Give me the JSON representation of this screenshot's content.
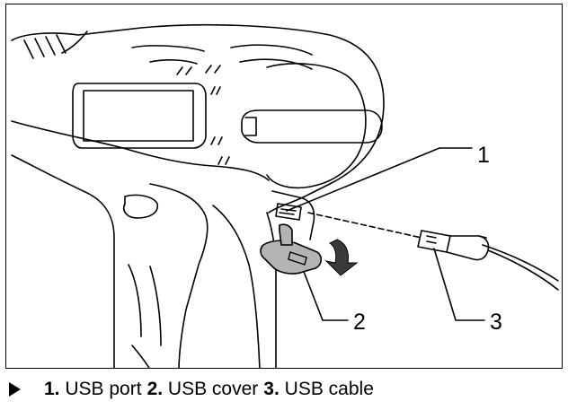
{
  "figure": {
    "callouts": [
      {
        "number": "1"
      },
      {
        "number": "2"
      },
      {
        "number": "3"
      }
    ]
  },
  "caption": {
    "marker_icon": "right-triangle-icon",
    "items": [
      {
        "number": "1.",
        "label": "USB port"
      },
      {
        "number": "2.",
        "label": "USB cover"
      },
      {
        "number": "3.",
        "label": "USB cable"
      }
    ]
  },
  "colors": {
    "line": "#000000",
    "cover_fill": "#b3b3b3",
    "arrow_fill": "#3a3a3a",
    "background": "#ffffff"
  }
}
